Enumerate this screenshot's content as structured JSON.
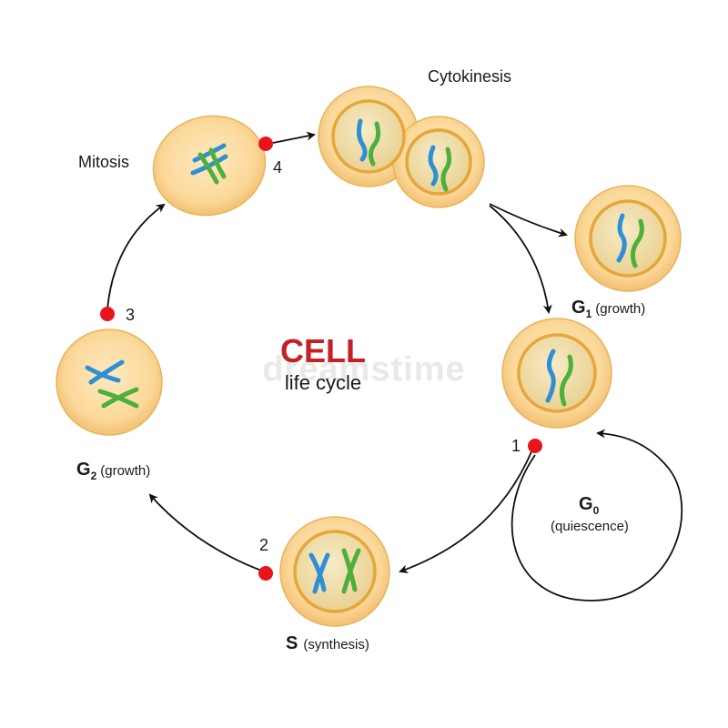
{
  "title": {
    "main": "CELL",
    "sub": "life cycle"
  },
  "watermark": "dreamstime",
  "stages": {
    "cytokinesis": "Cytokinesis",
    "mitosis": "Mitosis",
    "g1": {
      "letter": "G",
      "sub": "1",
      "desc": "(growth)"
    },
    "g2": {
      "letter": "G",
      "sub": "2",
      "desc": "(growth)"
    },
    "s": {
      "letter": "S",
      "desc": "(synthesis)"
    },
    "g0": {
      "letter": "G",
      "sub": "0",
      "desc": "(quiescence)"
    }
  },
  "checkpoints": [
    "1",
    "2",
    "3",
    "4"
  ],
  "colors": {
    "cell_fill": "#fbdca0",
    "cell_edge": "#e7b45c",
    "nucleus_fill": "#f2dfa8",
    "nucleus_ring": "#e6a63a",
    "chromosome_blue": "#2f8fd6",
    "chromosome_green": "#4db03d",
    "checkpoint_red": "#e8141c",
    "title_red": "#c42125"
  }
}
